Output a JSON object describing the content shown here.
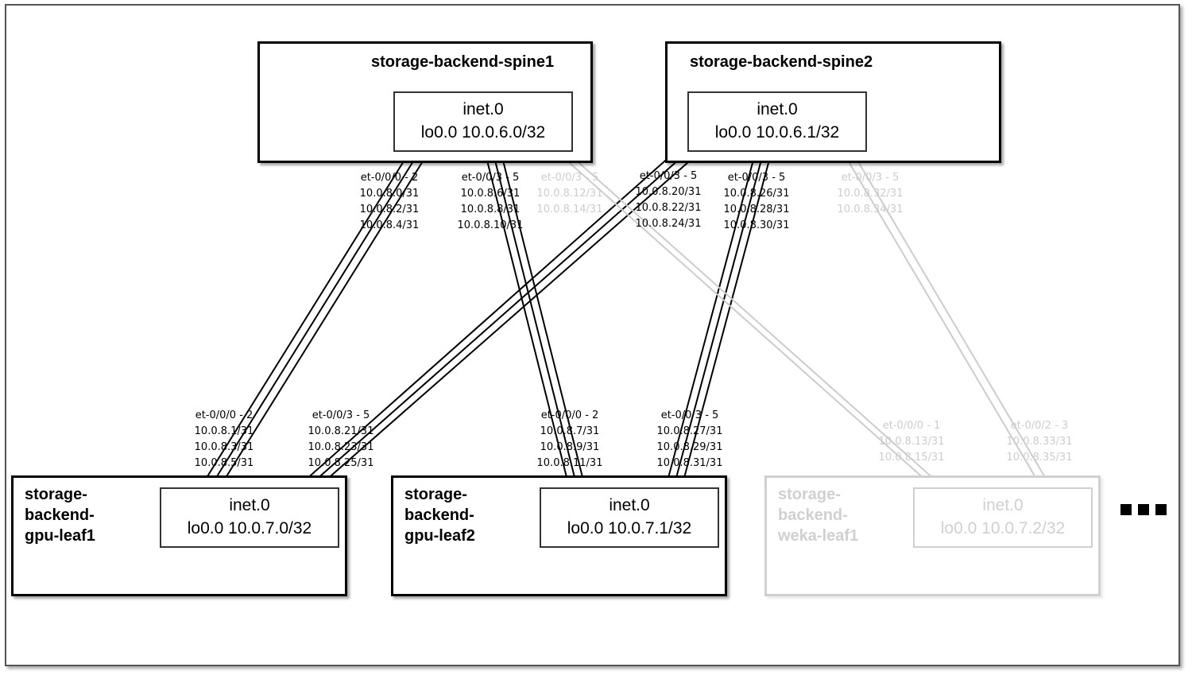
{
  "devices": {
    "spine1": {
      "name": "storage-backend-spine1",
      "table": "inet.0",
      "lo": "lo0.0 10.0.6.0/32"
    },
    "spine2": {
      "name": "storage-backend-spine2",
      "table": "inet.0",
      "lo": "lo0.0 10.0.6.1/32"
    },
    "leaf1": {
      "name": "storage-\nbackend-\ngpu-leaf1",
      "table": "inet.0",
      "lo": "lo0.0 10.0.7.0/32"
    },
    "leaf2": {
      "name": "storage-\nbackend-\ngpu-leaf2",
      "table": "inet.0",
      "lo": "lo0.0 10.0.7.1/32"
    },
    "weka": {
      "name": "storage-\nbackend-\nweka-leaf1",
      "table": "inet.0",
      "lo": "lo0.0 10.0.7.2/32"
    }
  },
  "labels": {
    "s1_l1": {
      "port": "et-0/0/0 - 2",
      "ips": [
        "10.0.8.0/31",
        "10.0.8.2/31",
        "10.0.8.4/31"
      ]
    },
    "s1_l2": {
      "port": "et-0/0/3 - 5",
      "ips": [
        "10.0.8.6/31",
        "10.0.8.8/31",
        "10.0.8.10/31"
      ]
    },
    "s1_w": {
      "port": "et-0/0/3 - 5",
      "ips": [
        "10.0.8.12/31",
        "10.0.8.14/31"
      ]
    },
    "s2_l1": {
      "port": "et-0/0/3 - 5",
      "ips": [
        "10.0.8.20/31",
        "10.0.8.22/31",
        "10.0.8.24/31"
      ]
    },
    "s2_l2": {
      "port": "et-0/0/3 - 5",
      "ips": [
        "10.0.8.26/31",
        "10.0.8.28/31",
        "10.0.8.30/31"
      ]
    },
    "s2_w": {
      "port": "et-0/0/3 - 5",
      "ips": [
        "10.0.8.32/31",
        "10.0.8.34/31"
      ]
    },
    "l1_s1": {
      "port": "et-0/0/0 - 2",
      "ips": [
        "10.0.8.1/31",
        "10.0.8.3/31",
        "10.0.8.5/31"
      ]
    },
    "l1_s2": {
      "port": "et-0/0/3 - 5",
      "ips": [
        "10.0.8.21/31",
        "10.0.8.23/31",
        "10.0.8.25/31"
      ]
    },
    "l2_s1": {
      "port": "et-0/0/0 - 2",
      "ips": [
        "10.0.8.7/31",
        "10.0.8.9/31",
        "10.0.8.11/31"
      ]
    },
    "l2_s2": {
      "port": "et-0/0/3 - 5",
      "ips": [
        "10.0.8.27/31",
        "10.0.8.29/31",
        "10.0.8.31/31"
      ]
    },
    "w_s1": {
      "port": "et-0/0/0 - 1",
      "ips": [
        "10.0.8.13/31",
        "10.0.8.15/31"
      ]
    },
    "w_s2": {
      "port": "et-0/0/2 - 3",
      "ips": [
        "10.0.8.33/31",
        "10.0.8.35/31"
      ]
    }
  },
  "colors": {
    "active": "#000000",
    "dimmed": "#cccccc"
  },
  "more_indicator": "ellipsis-squares"
}
